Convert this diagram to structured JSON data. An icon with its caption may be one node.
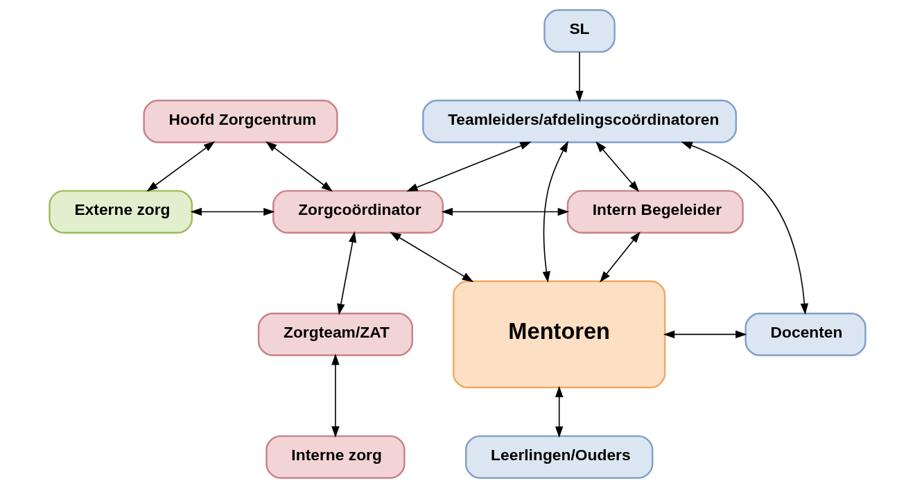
{
  "diagram": {
    "nodes": [
      {
        "text": [
          "SL"
        ]
      },
      {
        "text": [
          "Teamleiders/afdelingscoördinatoren"
        ]
      },
      {
        "text": [
          "Hoofd Zorgcentrum"
        ]
      },
      {
        "text": [
          "Externe zorg"
        ]
      },
      {
        "text": [
          "Zorgcoördinator"
        ]
      },
      {
        "text": [
          "Intern Begeleider"
        ]
      },
      {
        "text": [
          "Zorgteam/ZAT"
        ]
      },
      {
        "text": [
          "Mentoren"
        ]
      },
      {
        "text": [
          "Docenten"
        ]
      },
      {
        "text": [
          "Interne zorg"
        ]
      },
      {
        "text": [
          "Leerlingen/Ouders"
        ]
      }
    ],
    "edges": [
      {
        "from": 0,
        "to": 1,
        "arrow": "to"
      },
      {
        "from": 3,
        "to": 2,
        "arrow": "both"
      },
      {
        "from": 2,
        "to": 4,
        "arrow": "both"
      },
      {
        "from": 3,
        "to": 4,
        "arrow": "both"
      },
      {
        "from": 4,
        "to": 1,
        "arrow": "both"
      },
      {
        "from": 4,
        "to": 5,
        "arrow": "both"
      },
      {
        "from": 4,
        "to": 7,
        "arrow": "both"
      },
      {
        "from": 1,
        "to": 5,
        "arrow": "both"
      },
      {
        "from": 1,
        "to": 7,
        "arrow": "both"
      },
      {
        "from": 1,
        "to": 8,
        "arrow": "both"
      },
      {
        "from": 5,
        "to": 7,
        "arrow": "both"
      },
      {
        "from": 4,
        "to": 6,
        "arrow": "both"
      },
      {
        "from": 6,
        "to": 9,
        "arrow": "both"
      },
      {
        "from": 7,
        "to": 8,
        "arrow": "both"
      },
      {
        "from": 7,
        "to": 10,
        "arrow": "both"
      }
    ]
  }
}
